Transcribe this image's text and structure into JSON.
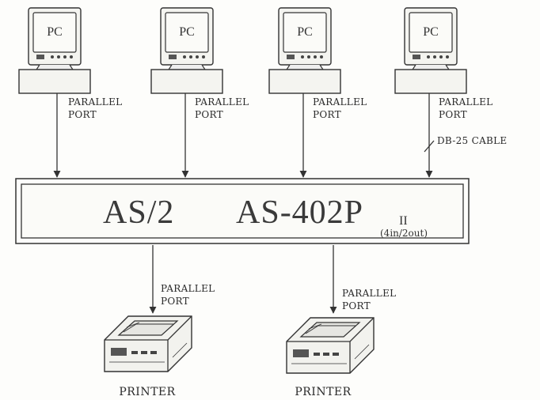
{
  "pcs": [
    {
      "label": "PC",
      "port_line1": "PARALLEL",
      "port_line2": "PORT"
    },
    {
      "label": "PC",
      "port_line1": "PARALLEL",
      "port_line2": "PORT"
    },
    {
      "label": "PC",
      "port_line1": "PARALLEL",
      "port_line2": "PORT"
    },
    {
      "label": "PC",
      "port_line1": "PARALLEL",
      "port_line2": "PORT"
    }
  ],
  "cable_label": "DB-25 CABLE",
  "switch": {
    "brand": "AS/2",
    "model": "AS-402P",
    "model_suffix": "II",
    "config": "(4in/2out)"
  },
  "printers": [
    {
      "label": "PRINTER",
      "port_line1": "PARALLEL",
      "port_line2": "PORT"
    },
    {
      "label": "PRINTER",
      "port_line1": "PARALLEL",
      "port_line2": "PORT"
    }
  ],
  "colors": {
    "line": "#333333",
    "background": "#fdfdfb"
  }
}
